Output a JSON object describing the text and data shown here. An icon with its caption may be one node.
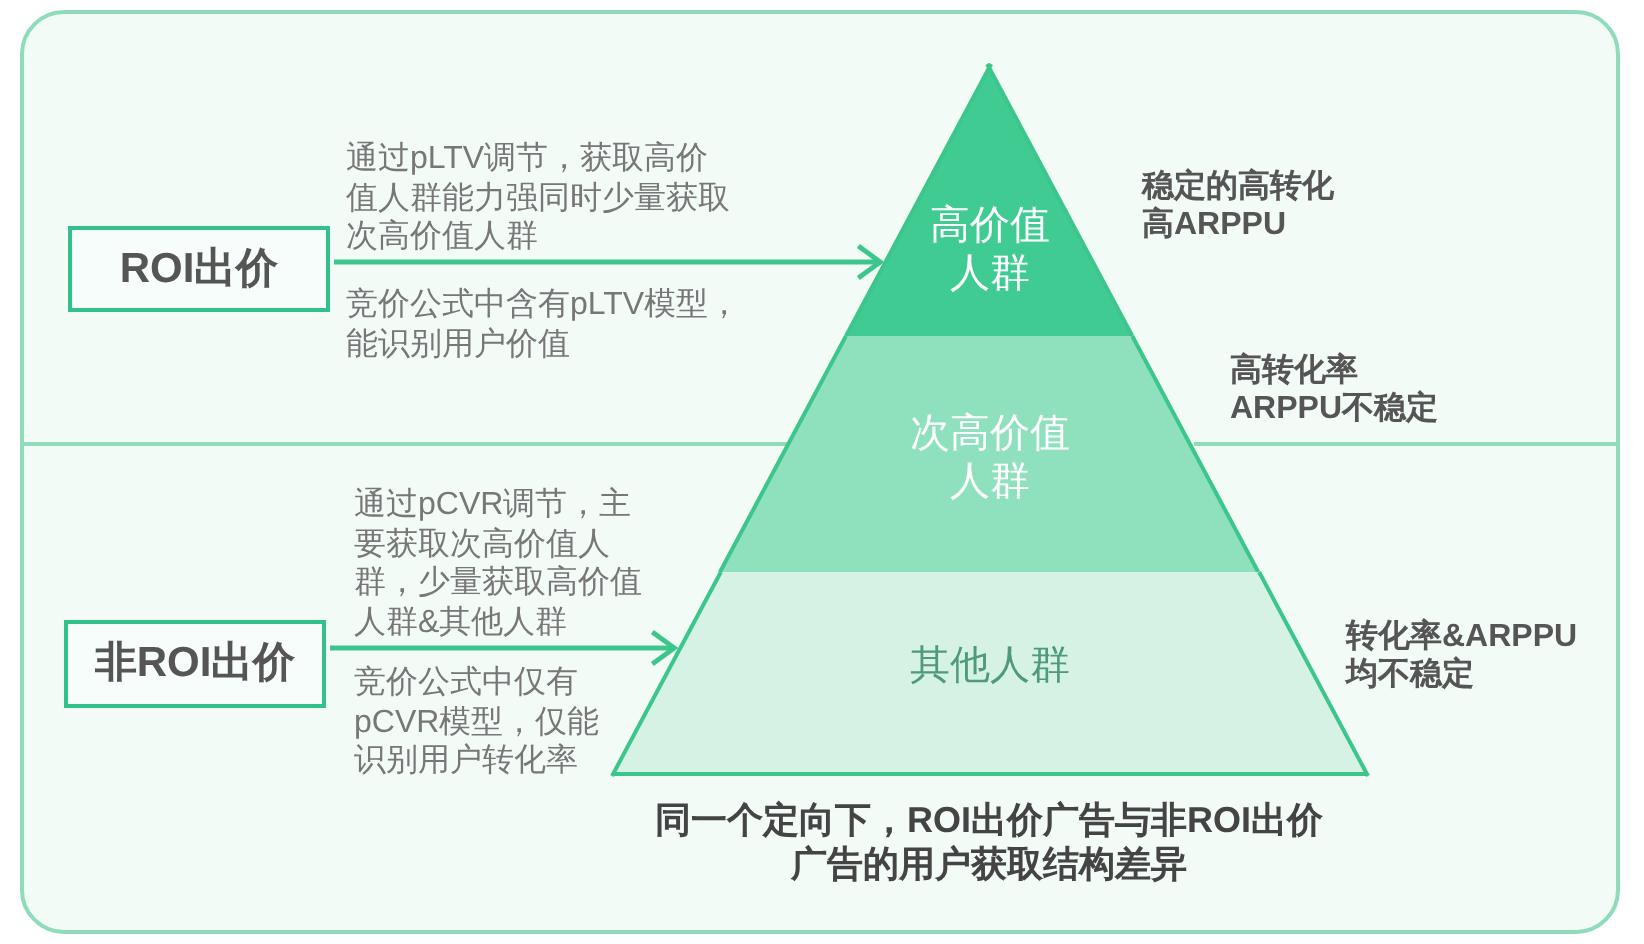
{
  "diagram": {
    "caption": "同一个定向下，ROI出价广告与非ROI出价广告的用户获取结构差异",
    "nodes": [
      {
        "text": [
          "ROI出价"
        ]
      },
      {
        "text": [
          "非ROI出价"
        ]
      },
      {
        "text": [
          "高价值人群"
        ],
        "beside": [
          "稳定的高转化高ARPPU"
        ]
      },
      {
        "text": [
          "次高价值人群"
        ],
        "beside": [
          "高转化率ARPPU不稳定"
        ]
      },
      {
        "text": [
          "其他人群"
        ],
        "beside": [
          "转化率&ARPPU均不稳定"
        ]
      }
    ],
    "edges": [
      {
        "from": 0,
        "to": 2,
        "arrow": "to"
      },
      {
        "from": 1,
        "to": 4,
        "arrow": "to"
      }
    ],
    "labels": [
      "通过pLTV调节，获取高价值人群能力强同时少量获取次高价值人群",
      "竞价公式中含有pLTV模型，能识别用户价值",
      "通过pCVR调节，主要获取次高价值人群，少量获取高价值人群&其他人群",
      "竞价公式中仅有pCVR模型，仅能识别用户转化率"
    ]
  }
}
